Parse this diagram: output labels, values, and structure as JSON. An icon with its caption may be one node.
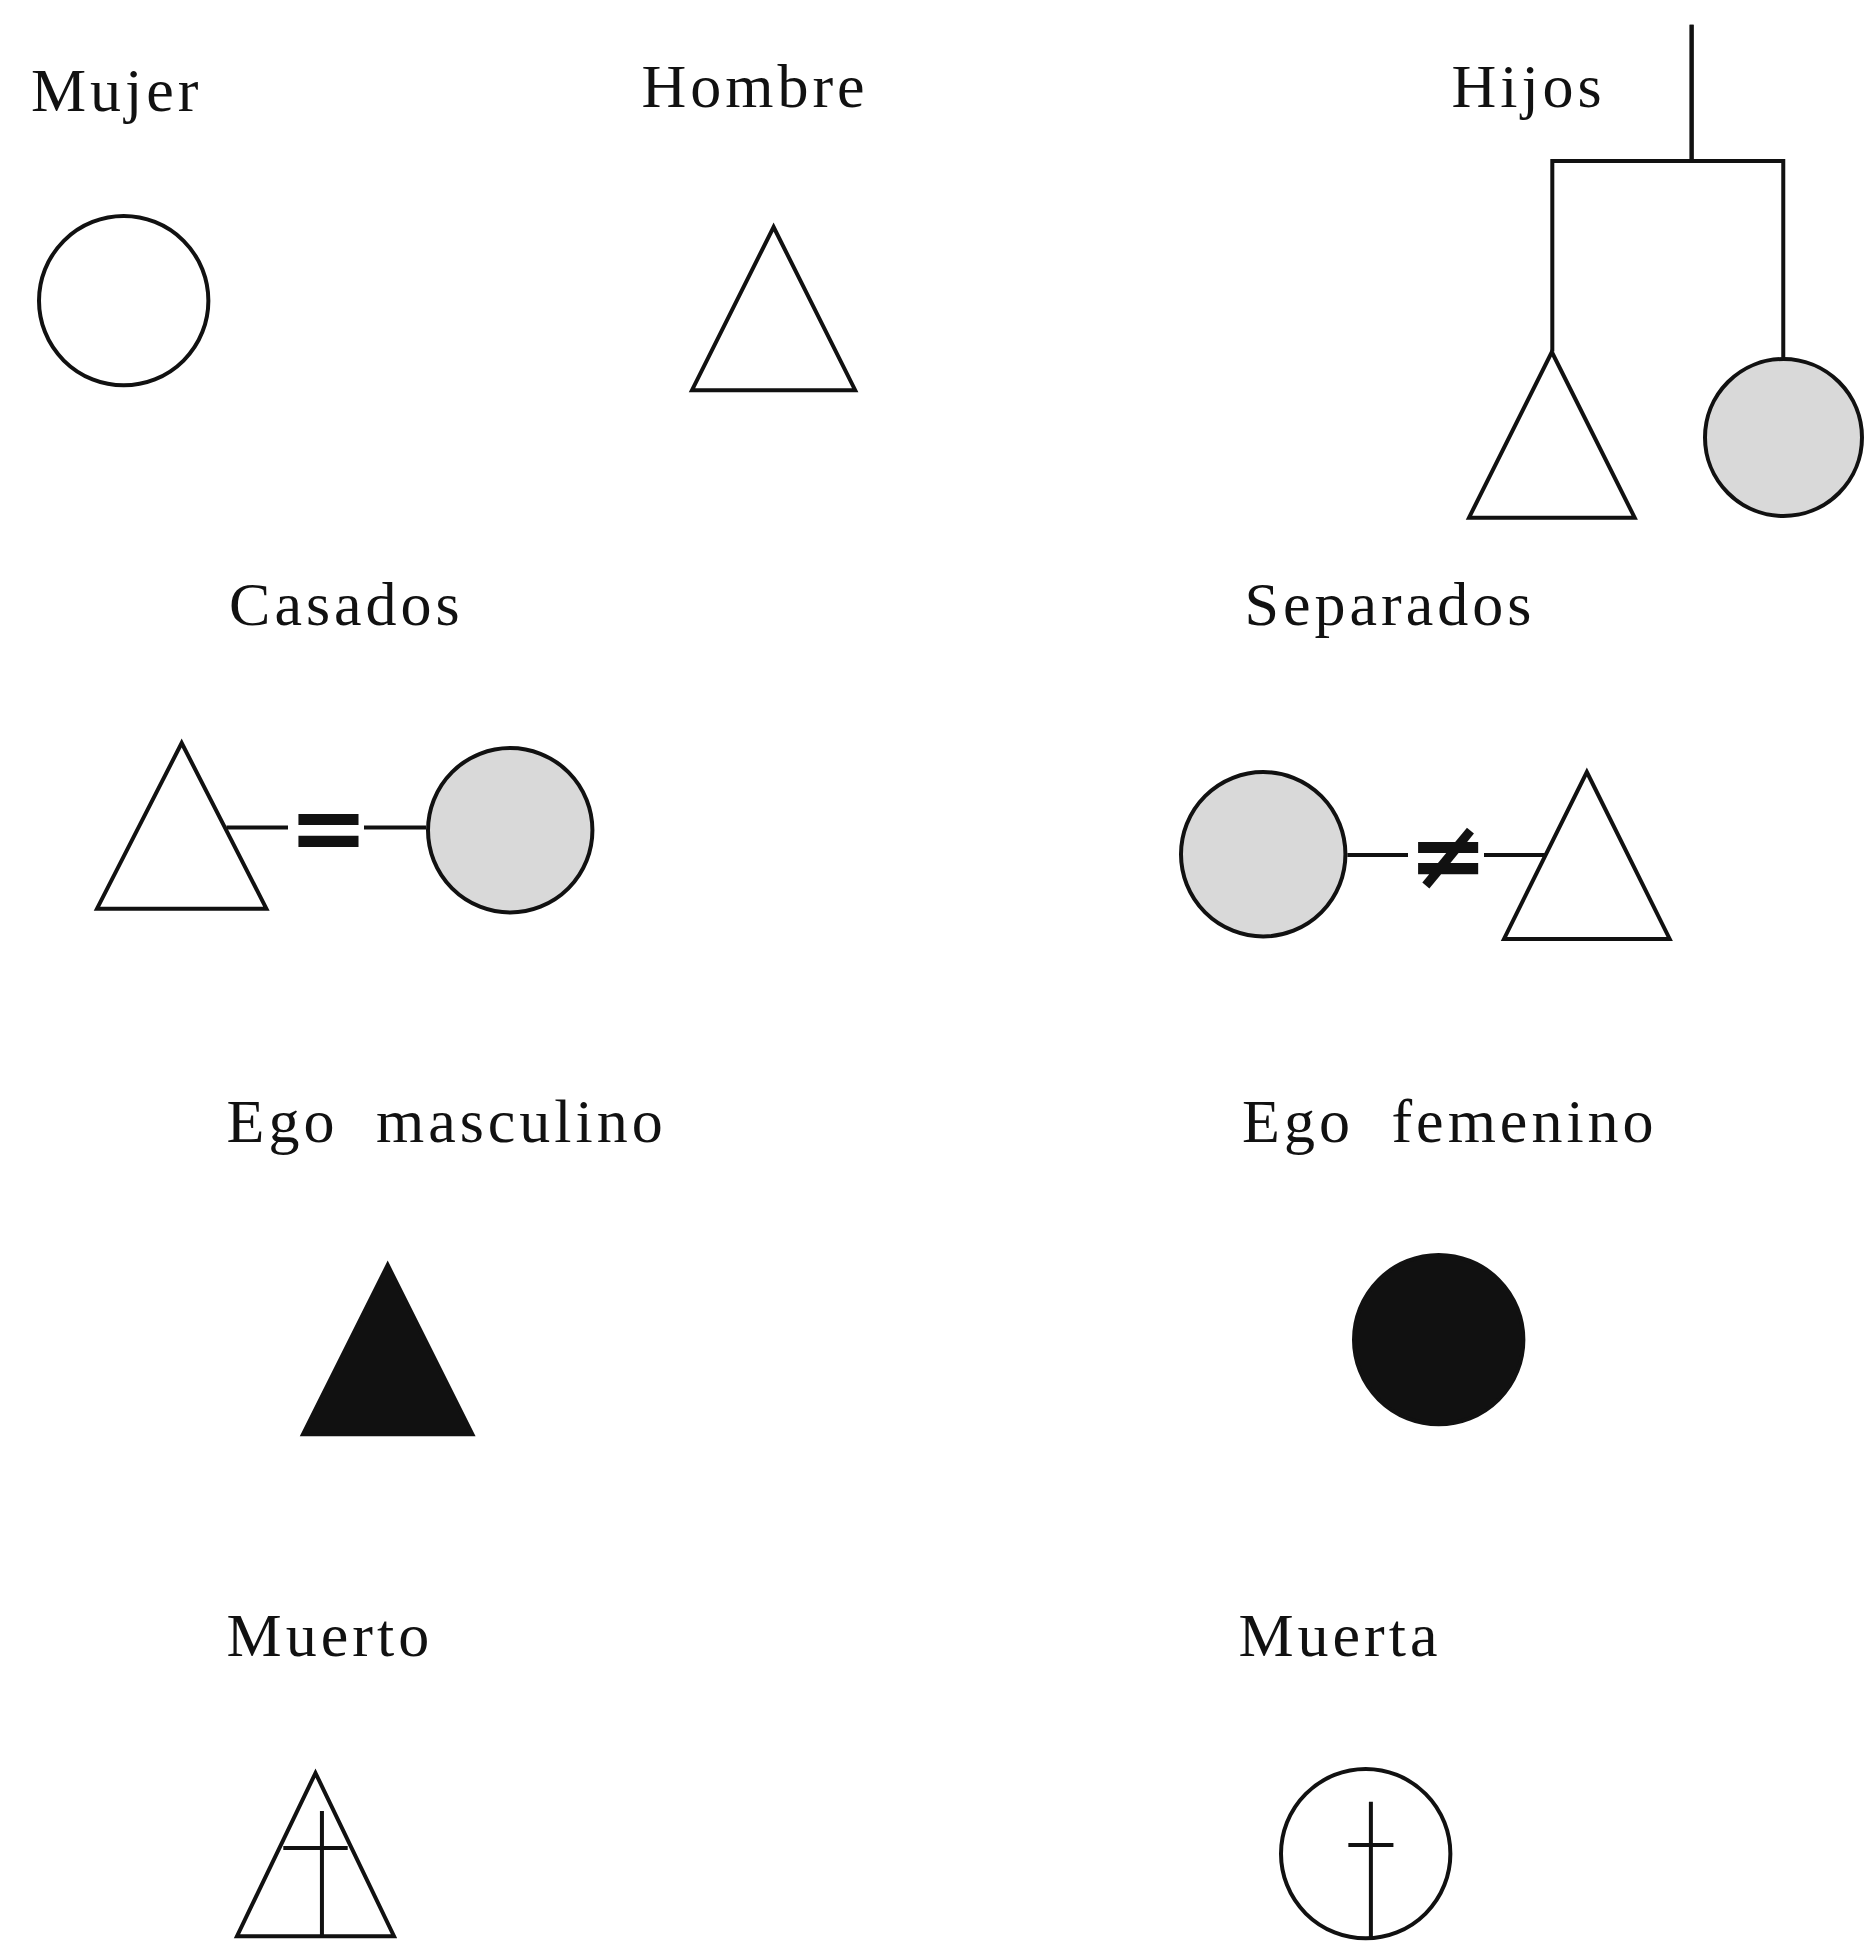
{
  "diagram": {
    "nodes": [
      {
        "text": [],
        "shape": "circle"
      },
      {
        "text": [],
        "shape": "triangle"
      },
      {
        "text": [],
        "shape": "triangle"
      },
      {
        "text": [],
        "shape": "circle"
      },
      {
        "text": [],
        "shape": "triangle"
      },
      {
        "text": [],
        "shape": "circle"
      },
      {
        "text": [],
        "shape": "circle"
      },
      {
        "text": [],
        "shape": "triangle"
      },
      {
        "text": [],
        "shape": "triangle"
      },
      {
        "text": [],
        "shape": "circle"
      },
      {
        "text": [],
        "shape": "triangle"
      },
      {
        "text": [],
        "shape": "circle"
      }
    ],
    "edges": [
      {
        "from": null,
        "to": 2,
        "arrow": "none"
      },
      {
        "from": null,
        "to": 3,
        "arrow": "none"
      },
      {
        "from": 4,
        "to": 5,
        "arrow": "none",
        "label": "="
      },
      {
        "from": 6,
        "to": 7,
        "arrow": "none",
        "label": "≠"
      }
    ],
    "labels": [
      "Mujer",
      "Hombre",
      "Hijos",
      "Casados",
      "Separados",
      "Ego masculino",
      "Ego femenino",
      "Muerto",
      "Muerta"
    ]
  }
}
